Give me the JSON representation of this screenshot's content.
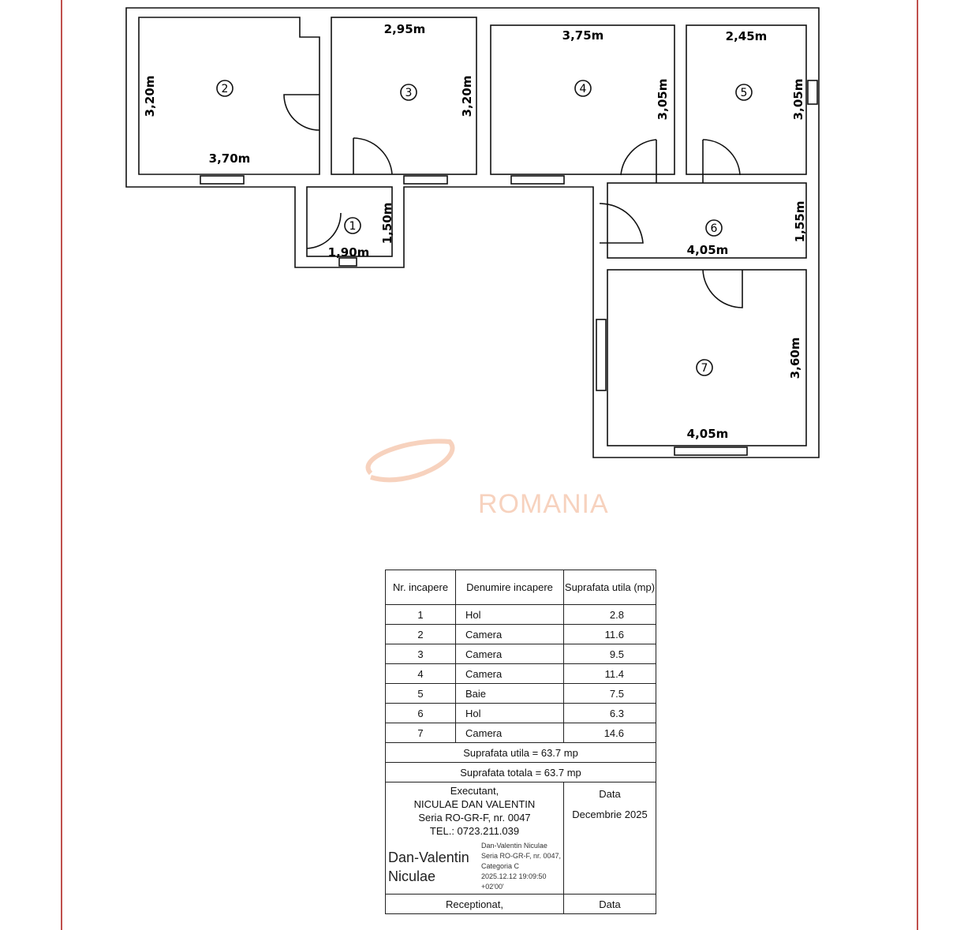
{
  "rooms": [
    {
      "nr": "1",
      "name": "Hol",
      "area": "2.8"
    },
    {
      "nr": "2",
      "name": "Camera",
      "area": "11.6"
    },
    {
      "nr": "3",
      "name": "Camera",
      "area": "9.5"
    },
    {
      "nr": "4",
      "name": "Camera",
      "area": "11.4"
    },
    {
      "nr": "5",
      "name": "Baie",
      "area": "7.5"
    },
    {
      "nr": "6",
      "name": "Hol",
      "area": "6.3"
    },
    {
      "nr": "7",
      "name": "Camera",
      "area": "14.6"
    }
  ],
  "dimensions": {
    "r2_w": "3,70m",
    "r2_h": "3,20m",
    "r3_w": "2,95m",
    "r3_h": "3,20m",
    "r4_w": "3,75m",
    "r4_h": "3,05m",
    "r5_w": "2,45m",
    "r5_h": "3,05m",
    "r1_w": "1,90m",
    "r1_h": "1,50m",
    "r6_w": "4,05m",
    "r6_h": "1,55m",
    "r7_w": "4,05m",
    "r7_h": "3,60m"
  },
  "table": {
    "h_nr": "Nr. incapere",
    "h_name": "Denumire incapere",
    "h_area": "Suprafata utila (mp)",
    "useful": "Suprafata utila = 63.7 mp",
    "total": "Suprafata totala = 63.7 mp",
    "executant": "Executant,",
    "exec_name": "NICULAE DAN VALENTIN",
    "exec_series": "Seria RO-GR-F, nr. 0047",
    "exec_tel": "TEL.: 0723.211.039",
    "date_label": "Data",
    "date_value": "Decembrie 2025",
    "received": "Receptionat,",
    "date_label2": "Data"
  },
  "signature": {
    "name_line1": "Dan-Valentin",
    "name_line2": "Niculae",
    "s1": "Dan-Valentin Niculae",
    "s2": "Seria RO-GR-F, nr. 0047,",
    "s3": "Categoria C",
    "s4": "2025.12.12 19:09:50",
    "s5": "+02'00'"
  },
  "watermark": {
    "text": "ROMANIA",
    "color": "#f7d2be"
  },
  "colors": {
    "border": "#c0504d",
    "walls": "#111111"
  }
}
